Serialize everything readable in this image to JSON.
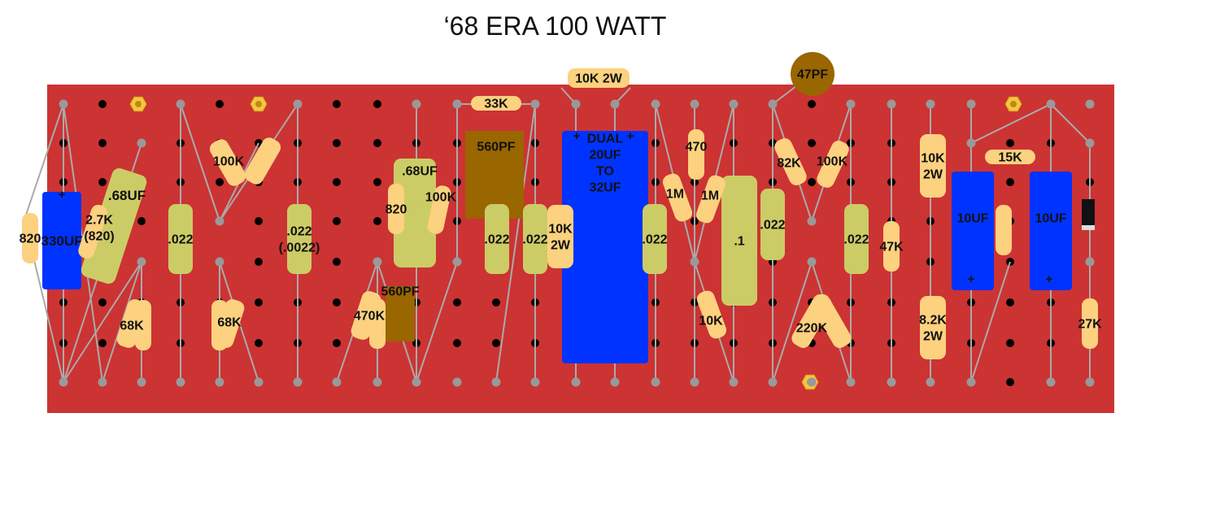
{
  "title": "‘68 ERA 100 WATT",
  "colors": {
    "board": "#cc3333",
    "resistor": "#fcd17f",
    "film_cap": "#cccc66",
    "electrolytic": "#0033ff",
    "ceramic": "#996600",
    "eyelet": "#999999",
    "hole": "#000000",
    "lead": "#aaaaaa",
    "mount": "#f5c542"
  },
  "components": [
    {
      "id": "r820a",
      "text": "820",
      "kind": "resistor"
    },
    {
      "id": "c330",
      "text": "330UF",
      "kind": "electrolytic",
      "polarity": "+"
    },
    {
      "id": "r27k",
      "text": "2.7K\n(820)",
      "kind": "resistor"
    },
    {
      "id": "c68a",
      "text": ".68UF",
      "kind": "film_cap"
    },
    {
      "id": "r68a",
      "text": "68K",
      "kind": "resistor"
    },
    {
      "id": "c022a",
      "text": ".022",
      "kind": "film_cap"
    },
    {
      "id": "r100a",
      "text": "100K",
      "kind": "resistor"
    },
    {
      "id": "r68b",
      "text": "68K",
      "kind": "resistor"
    },
    {
      "id": "c022b",
      "text": ".022\n(.0022)",
      "kind": "film_cap"
    },
    {
      "id": "r470k",
      "text": "470K",
      "kind": "resistor"
    },
    {
      "id": "c560b",
      "text": "560PF",
      "kind": "ceramic"
    },
    {
      "id": "c68b",
      "text": ".68UF",
      "kind": "film_cap"
    },
    {
      "id": "r820b",
      "text": "820",
      "kind": "resistor"
    },
    {
      "id": "r100b",
      "text": "100K",
      "kind": "resistor"
    },
    {
      "id": "r33k",
      "text": "33K",
      "kind": "resistor"
    },
    {
      "id": "c560a",
      "text": "560PF",
      "kind": "ceramic"
    },
    {
      "id": "c022c",
      "text": ".022",
      "kind": "film_cap"
    },
    {
      "id": "c022d",
      "text": ".022",
      "kind": "film_cap"
    },
    {
      "id": "r10k2w",
      "text": "10K\n2W",
      "kind": "resistor"
    },
    {
      "id": "r10k2wtop",
      "text": "10K 2W",
      "kind": "resistor"
    },
    {
      "id": "cdual",
      "text": "DUAL\n20UF\nTO\n32UF",
      "kind": "electrolytic",
      "polarity": "+"
    },
    {
      "id": "c022e",
      "text": ".022",
      "kind": "film_cap"
    },
    {
      "id": "r1ma",
      "text": "1M",
      "kind": "resistor"
    },
    {
      "id": "r470",
      "text": "470",
      "kind": "resistor"
    },
    {
      "id": "r1mb",
      "text": "1M",
      "kind": "resistor"
    },
    {
      "id": "r10k",
      "text": "10K",
      "kind": "resistor"
    },
    {
      "id": "c1",
      "text": ".1",
      "kind": "film_cap"
    },
    {
      "id": "c022f",
      "text": ".022",
      "kind": "film_cap"
    },
    {
      "id": "c47pf",
      "text": "47PF",
      "kind": "ceramic"
    },
    {
      "id": "r82k",
      "text": "82K",
      "kind": "resistor"
    },
    {
      "id": "r100c",
      "text": "100K",
      "kind": "resistor"
    },
    {
      "id": "r220k",
      "text": "220K",
      "kind": "resistor"
    },
    {
      "id": "c022g",
      "text": ".022",
      "kind": "film_cap"
    },
    {
      "id": "r47k",
      "text": "47K",
      "kind": "resistor"
    },
    {
      "id": "r10k2wb",
      "text": "10K\n2W",
      "kind": "resistor"
    },
    {
      "id": "r82k2w",
      "text": "8.2K\n2W",
      "kind": "resistor"
    },
    {
      "id": "r15k",
      "text": "15K",
      "kind": "resistor"
    },
    {
      "id": "c10a",
      "text": "10UF",
      "kind": "electrolytic",
      "polarity": "+"
    },
    {
      "id": "c10b",
      "text": "10UF",
      "kind": "electrolytic",
      "polarity": "+"
    },
    {
      "id": "r27kb",
      "text": "27K",
      "kind": "resistor"
    },
    {
      "id": "diode",
      "text": "",
      "kind": "diode"
    }
  ]
}
